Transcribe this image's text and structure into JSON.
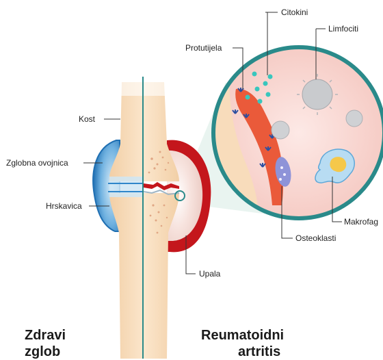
{
  "labels": {
    "citokini": "Citokini",
    "limfociti": "Limfociti",
    "protutijela": "Protutijela",
    "kost": "Kost",
    "zglobna_ovojnica": "Zglobna ovojnica",
    "hrskavica": "Hrskavica",
    "makrofag": "Makrofag",
    "osteoklasti": "Osteoklasti",
    "upala": "Upala"
  },
  "titles": {
    "healthy_line1": "Zdravi",
    "healthy_line2": "zglob",
    "ra_line1": "Reumatoidni",
    "ra_line2": "artritis"
  },
  "colors": {
    "bone": "#f6d9b5",
    "bone_light": "#fbe9d2",
    "capsule_blue": "#2f86c9",
    "inflammation_red": "#c4161c",
    "divider_teal": "#2a8a8a",
    "zoom_ring": "#2a8a8a",
    "zoom_bg": "#fbe0dc",
    "synovium": "#ea5a3a"
  }
}
